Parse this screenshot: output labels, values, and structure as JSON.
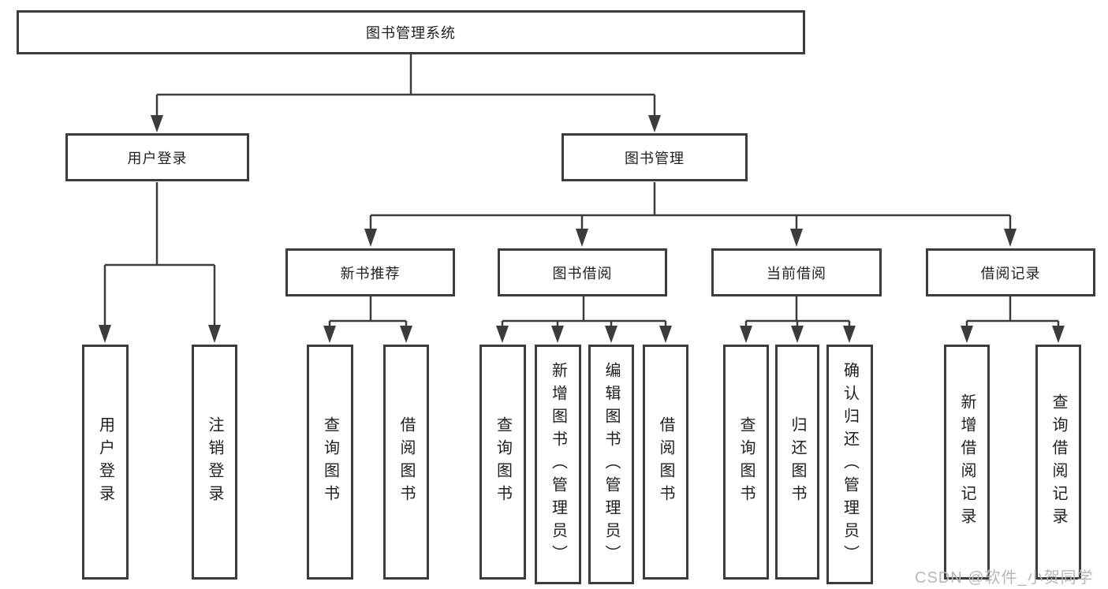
{
  "diagram": {
    "type": "tree",
    "title": "图书管理系统",
    "nodes": {
      "root": "图书管理系统",
      "user_login": "用户登录",
      "book_mgmt": "图书管理",
      "new_book_rec": "新书推荐",
      "book_borrow": "图书借阅",
      "current_borrow": "当前借阅",
      "borrow_record": "借阅记录",
      "ul_user_login": "用户登录",
      "ul_logout": "注销登录",
      "nb_query_book": "查询图书",
      "nb_borrow_book": "借阅图书",
      "bb_query_book": "查询图书",
      "bb_add_book": "新增图书（管理员）",
      "bb_edit_book": "编辑图书（管理员）",
      "bb_borrow_book": "借阅图书",
      "cb_query_book": "查询图书",
      "cb_return_book": "归还图书",
      "cb_confirm_return": "确认归还（管理员）",
      "br_add_record": "新增借阅记录",
      "br_query_record": "查询借阅记录"
    },
    "edges": [
      [
        "root",
        "user_login"
      ],
      [
        "root",
        "book_mgmt"
      ],
      [
        "user_login",
        "ul_user_login"
      ],
      [
        "user_login",
        "ul_logout"
      ],
      [
        "book_mgmt",
        "new_book_rec"
      ],
      [
        "book_mgmt",
        "book_borrow"
      ],
      [
        "book_mgmt",
        "current_borrow"
      ],
      [
        "book_mgmt",
        "borrow_record"
      ],
      [
        "new_book_rec",
        "nb_query_book"
      ],
      [
        "new_book_rec",
        "nb_borrow_book"
      ],
      [
        "book_borrow",
        "bb_query_book"
      ],
      [
        "book_borrow",
        "bb_add_book"
      ],
      [
        "book_borrow",
        "bb_edit_book"
      ],
      [
        "book_borrow",
        "bb_borrow_book"
      ],
      [
        "current_borrow",
        "cb_query_book"
      ],
      [
        "current_borrow",
        "cb_return_book"
      ],
      [
        "current_borrow",
        "cb_confirm_return"
      ],
      [
        "borrow_record",
        "br_add_record"
      ],
      [
        "borrow_record",
        "br_query_record"
      ]
    ]
  },
  "watermark": "CSDN @软件_小贺同学",
  "colors": {
    "line": "#3c3c3c",
    "border": "#3c3c3c",
    "text": "#1f1f1f",
    "watermark": "#b4b7bb",
    "background": "#ffffff"
  }
}
